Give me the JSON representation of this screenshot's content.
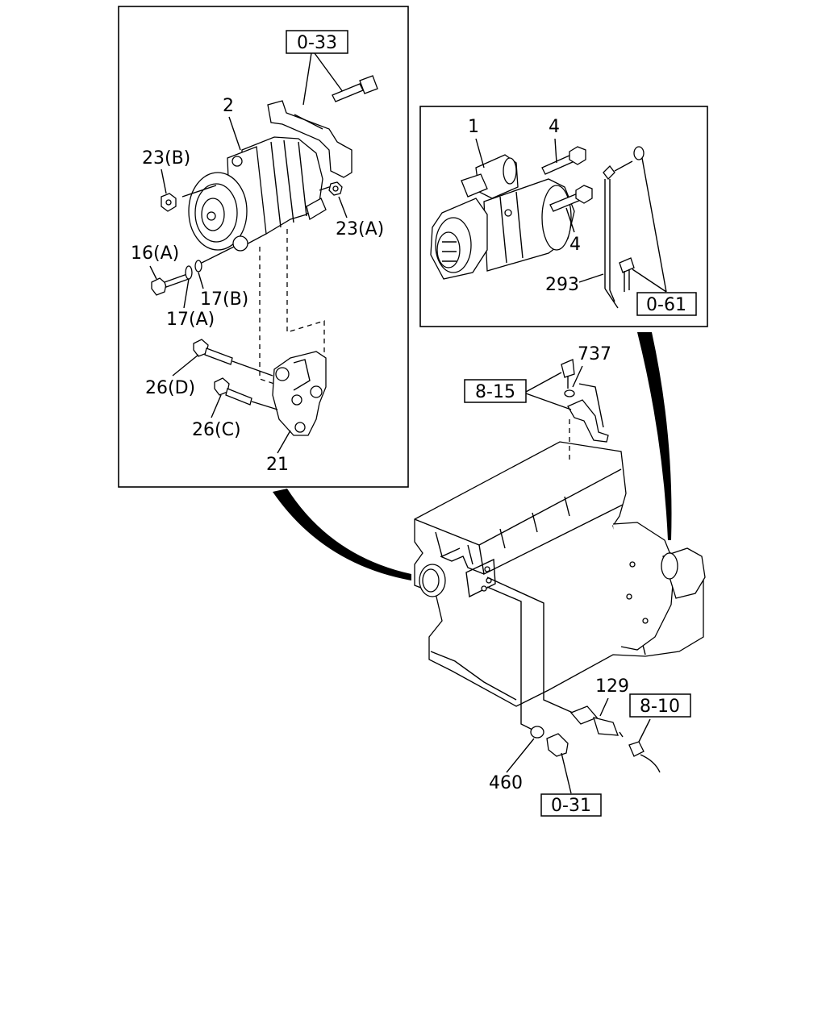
{
  "callouts": {
    "c_2": "2",
    "c_23b": "23(B)",
    "c_23a": "23(A)",
    "c_16a": "16(A)",
    "c_17b": "17(B)",
    "c_17a": "17(A)",
    "c_26d": "26(D)",
    "c_26c": "26(C)",
    "c_21": "21",
    "c_1": "1",
    "c_4top": "4",
    "c_4bot": "4",
    "c_293": "293",
    "c_737": "737",
    "c_129": "129",
    "c_460": "460"
  },
  "refs": {
    "r_0_33": "0-33",
    "r_0_61": "0-61",
    "r_8_15": "8-15",
    "r_8_10": "8-10",
    "r_0_31": "0-31"
  }
}
